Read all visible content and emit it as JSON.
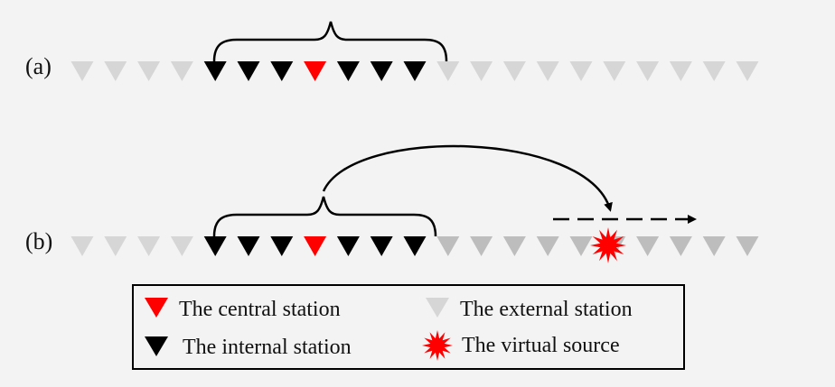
{
  "colors": {
    "background": "#f3f3f3",
    "central": "#ff0000",
    "internal": "#000000",
    "external": "#d6d6d6",
    "external_dark": "#bdbdbd",
    "source": "#ff0000"
  },
  "rows": {
    "a": {
      "label": "(a)",
      "stations": [
        "external",
        "external",
        "external",
        "external",
        "internal",
        "internal",
        "internal",
        "central",
        "internal",
        "internal",
        "internal",
        "external",
        "external",
        "external",
        "external",
        "external",
        "external",
        "external",
        "external",
        "external",
        "external"
      ]
    },
    "b": {
      "label": "(b)",
      "stations": [
        "external",
        "external",
        "external",
        "external",
        "internal",
        "internal",
        "internal",
        "central",
        "internal",
        "internal",
        "internal",
        "external_dark",
        "external_dark",
        "external_dark",
        "external_dark",
        "external_dark",
        "external_dark",
        "external_dark",
        "external_dark",
        "external_dark",
        "external_dark"
      ]
    }
  },
  "legend": {
    "central": "The central station",
    "internal": "The internal station",
    "external": "The external station",
    "source": "The virtual source"
  }
}
